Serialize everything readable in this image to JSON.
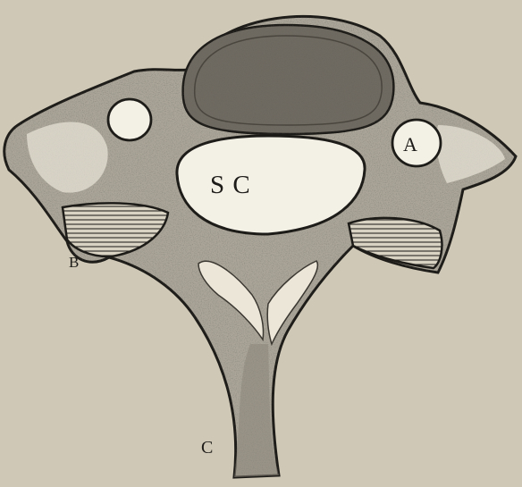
{
  "labels": {
    "spinal_canal": "S C",
    "foramen": "A",
    "transverse_process": "B",
    "spinous_process": "C"
  },
  "colors": {
    "paper": "#cfc8b6",
    "bone": "#a9a498",
    "ink": "#1e1c19",
    "cavity": "#f3f0e6",
    "body_fill": "#6f6a61"
  }
}
